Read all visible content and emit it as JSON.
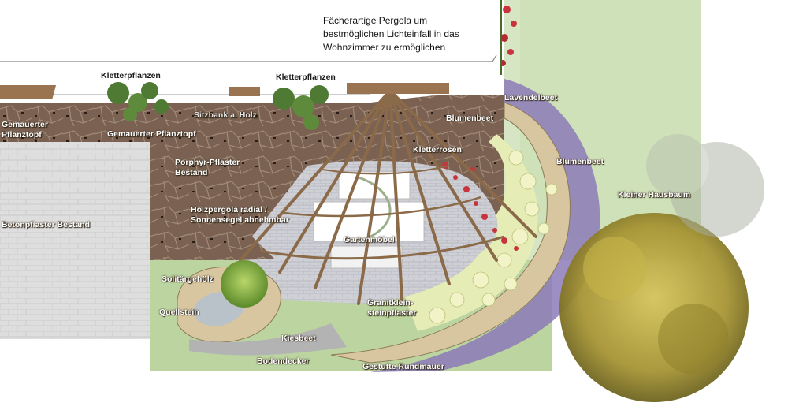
{
  "title_note": {
    "line1": "Fächerartige Pergola um",
    "line2": "bestmöglichen Lichteinfall in das",
    "line3": "Wohnzimmer zu ermöglichen"
  },
  "labels": {
    "kletterpflanzen_left": "Kletterpflanzen",
    "kletterpflanzen_right": "Kletterpflanzen",
    "gemauerter_pflanztopf_1a": "Gemauerter",
    "gemauerter_pflanztopf_1b": "Pflanztopf",
    "gemauerter_pflanztopf_2": "Gemauerter Pflanztopf",
    "sitzbank": "Sitzbank a. Holz",
    "blumenbeet_top": "Blumenbeet",
    "lavendelbeet": "Lavendelbeet",
    "kletterrosen": "Kletterrosen",
    "blumenbeet_right": "Blumenbeet",
    "kleiner_hausbaum": "Kleiner Hausbaum",
    "porphyr_a": "Porphyr-Pflaster",
    "porphyr_b": "Bestand",
    "betonpflaster": "Betonpflaster Bestand",
    "holzpergola_a": "Holzpergola radial /",
    "holzpergola_b": "Sonnensegel abnehmbar",
    "gartenmoebel": "Gartenmöbel",
    "solitaergehoelz": "Solitärgehölz",
    "quellstein": "Quellstein",
    "granitklein_a": "Granitklein-",
    "granitklein_b": "steinpflaster",
    "kiesbeet": "Kiesbeet",
    "bodendecker": "Bodendecker",
    "rundmauer": "Gestufte Rundmauer"
  },
  "colors": {
    "lawn": "#cfe0bb",
    "porphyry": "#7d6454",
    "concrete": "#d9d9d9",
    "wood": "#8a6a48",
    "granite": "#c9c9cf",
    "lavender": "#8c7ab8",
    "flowers": "#e8ecb4",
    "tree": "#b7a63a",
    "roses": "#c8343c"
  }
}
